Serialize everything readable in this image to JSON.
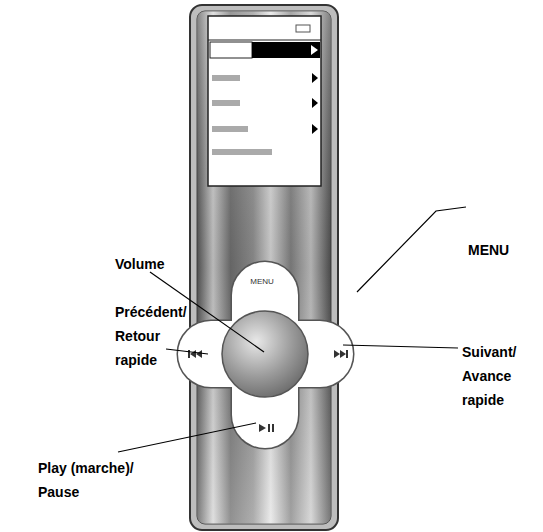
{
  "diagram": {
    "labels": [
      "Volume",
      "MENU",
      "MENU",
      "Précédent/ Retour rapide",
      "Suivant/ Avance rapide",
      "Play (marche)/ Pause"
    ]
  }
}
